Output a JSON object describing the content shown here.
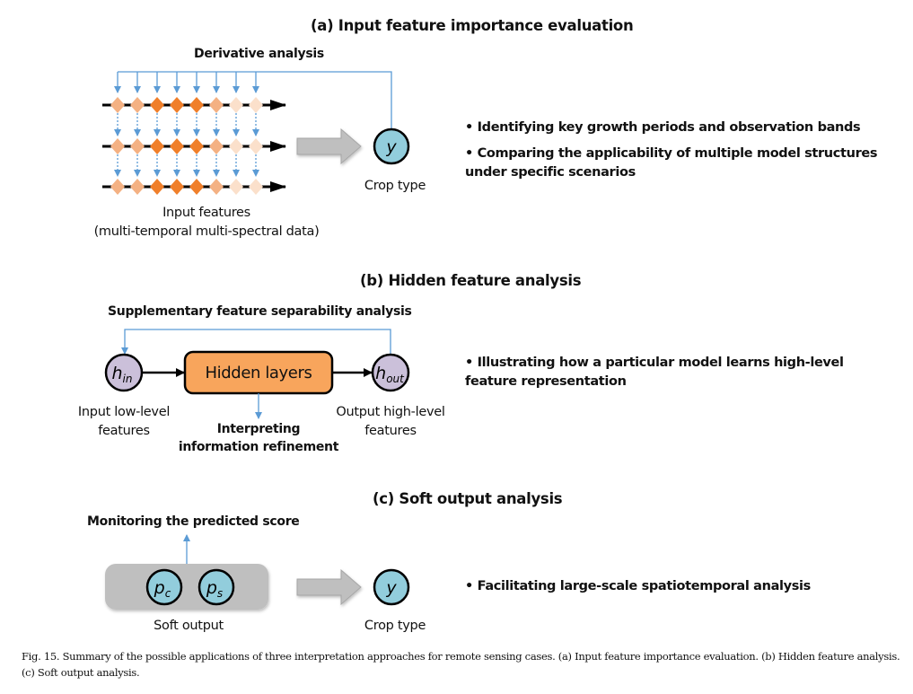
{
  "panels": {
    "a": {
      "title": "(a) Input feature importance evaluation",
      "annotation": "Derivative analysis",
      "input_label_line1": "Input features",
      "input_label_line2": "(multi-temporal multi-spectral data)",
      "output_node": "y",
      "output_label": "Crop type",
      "bullets": [
        "• Identifying key growth periods and observation bands",
        "• Comparing the applicability of multiple model structures",
        "under specific scenarios"
      ],
      "grid": {
        "rows": 3,
        "columns": 8,
        "column_intensity": [
          "light",
          "light",
          "dark",
          "dark",
          "dark",
          "light",
          "pale",
          "pale"
        ]
      }
    },
    "b": {
      "title": "(b) Hidden feature analysis",
      "annotation": "Supplementary feature separability analysis",
      "input_node": "h",
      "input_node_sub": "in",
      "hidden_box": "Hidden layers",
      "output_node": "h",
      "output_node_sub": "out",
      "input_label_line1": "Input low-level",
      "input_label_line2": "features",
      "output_label_line1": "Output high-level",
      "output_label_line2": "features",
      "refinement_line1": "Interpreting",
      "refinement_line2": "information refinement",
      "bullets": [
        "• Illustrating how a particular model learns high-level",
        "feature representation"
      ]
    },
    "c": {
      "title": "(c) Soft output analysis",
      "annotation": "Monitoring the predicted score",
      "node1": "p",
      "node1_sub": "c",
      "node2": "p",
      "node2_sub": "s",
      "soft_label": "Soft output",
      "output_node": "y",
      "output_label": "Crop type",
      "bullets": [
        "• Facilitating large-scale spatiotemporal analysis"
      ]
    }
  },
  "caption": "Fig. 15. Summary of the possible applications of three interpretation approaches for remote sensing cases. (a) Input feature importance evaluation. (b) Hidden feature analysis. (c) Soft output analysis.",
  "colors": {
    "blue_arrow": "#5b9bd5",
    "orange_dark": "#f07f2a",
    "orange_light": "#f4b183",
    "orange_pale": "#fbe0cb",
    "node_teal": "#92cddc",
    "node_purple": "#cbc0da",
    "hidden_box": "#f8a55c",
    "gray": "#bfbfbf"
  }
}
